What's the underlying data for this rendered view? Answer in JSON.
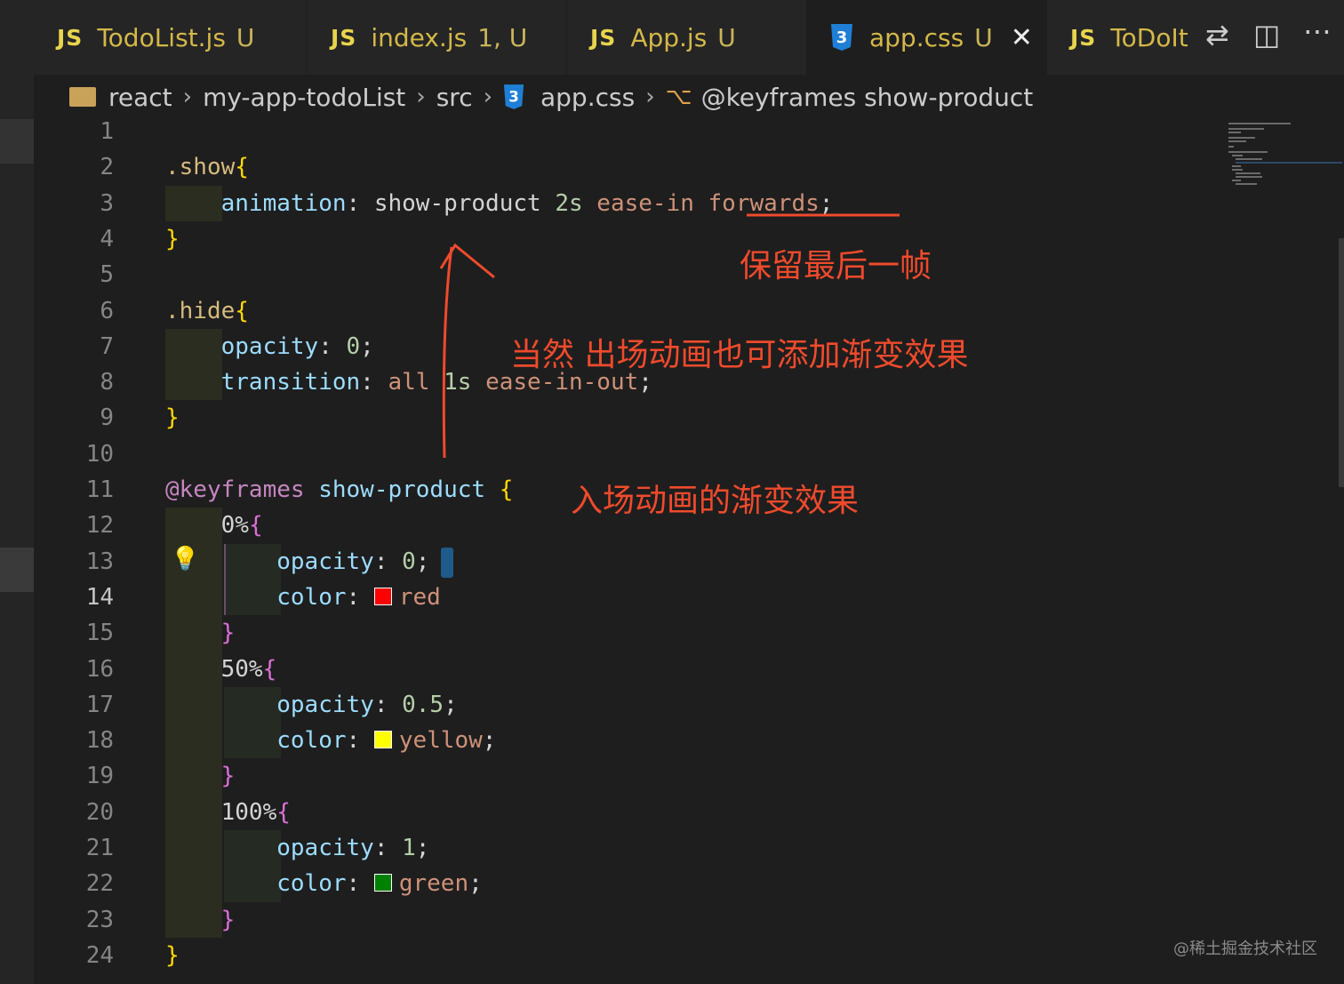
{
  "tabs": [
    {
      "icon": "js",
      "name": "TodoList.js",
      "status": "U",
      "width": 308
    },
    {
      "icon": "js",
      "name": "index.js",
      "status": "1, U",
      "width": 292
    },
    {
      "icon": "js",
      "name": "App.js",
      "status": "U",
      "width": 270
    },
    {
      "icon": "css",
      "name": "app.css",
      "status": "U",
      "width": 270,
      "active": true,
      "close": "✕"
    },
    {
      "icon": "js",
      "name": "ToDoIt",
      "status": "",
      "width": 170
    }
  ],
  "breadcrumb": [
    "react",
    "my-app-todoList",
    "src",
    "app.css",
    "@keyframes show-product"
  ],
  "annotations": {
    "keep_last_frame": "保留最后一帧",
    "exit_animation": "当然 出场动画也可添加渐变效果",
    "enter_animation": "入场动画的渐变效果"
  },
  "watermark": "@稀土掘金技术社区",
  "current_line": 14,
  "code_lines": [
    [],
    [
      {
        "t": ".show",
        "c": "sel"
      },
      {
        "t": "{",
        "c": "b1"
      }
    ],
    [
      {
        "t": "    "
      },
      {
        "t": "animation",
        "c": "prop"
      },
      {
        "t": ": "
      },
      {
        "t": "show-product",
        "c": "w"
      },
      {
        "t": " "
      },
      {
        "t": "2s",
        "c": "num"
      },
      {
        "t": " "
      },
      {
        "t": "ease-in",
        "c": "val"
      },
      {
        "t": " "
      },
      {
        "t": "forwards",
        "c": "val"
      },
      {
        "t": ";"
      }
    ],
    [
      {
        "t": "}",
        "c": "b1"
      }
    ],
    [],
    [
      {
        "t": ".hide",
        "c": "sel"
      },
      {
        "t": "{",
        "c": "b1"
      }
    ],
    [
      {
        "t": "    "
      },
      {
        "t": "opacity",
        "c": "prop"
      },
      {
        "t": ": "
      },
      {
        "t": "0",
        "c": "num"
      },
      {
        "t": ";"
      }
    ],
    [
      {
        "t": "    "
      },
      {
        "t": "transition",
        "c": "prop"
      },
      {
        "t": ": "
      },
      {
        "t": "all",
        "c": "val"
      },
      {
        "t": " "
      },
      {
        "t": "1s",
        "c": "num"
      },
      {
        "t": " "
      },
      {
        "t": "ease-in-out",
        "c": "val"
      },
      {
        "t": ";"
      }
    ],
    [
      {
        "t": "}",
        "c": "b1"
      }
    ],
    [],
    [
      {
        "t": "@keyframes",
        "c": "at"
      },
      {
        "t": " "
      },
      {
        "t": "show-product",
        "c": "kf"
      },
      {
        "t": " "
      },
      {
        "t": "{",
        "c": "b1"
      }
    ],
    [
      {
        "t": "    "
      },
      {
        "t": "0%",
        "c": "w"
      },
      {
        "t": "{",
        "c": "b2"
      }
    ],
    [
      {
        "t": "        "
      },
      {
        "t": "opacity",
        "c": "prop"
      },
      {
        "t": ": "
      },
      {
        "t": "0",
        "c": "num"
      },
      {
        "t": ";"
      }
    ],
    [
      {
        "t": "        "
      },
      {
        "t": "color",
        "c": "prop"
      },
      {
        "t": ": "
      },
      {
        "sw": "#ff0000"
      },
      {
        "t": "red",
        "c": "val"
      }
    ],
    [
      {
        "t": "    "
      },
      {
        "t": "}",
        "c": "b2"
      }
    ],
    [
      {
        "t": "    "
      },
      {
        "t": "50%",
        "c": "w"
      },
      {
        "t": "{",
        "c": "b2"
      }
    ],
    [
      {
        "t": "        "
      },
      {
        "t": "opacity",
        "c": "prop"
      },
      {
        "t": ": "
      },
      {
        "t": "0.5",
        "c": "num"
      },
      {
        "t": ";"
      }
    ],
    [
      {
        "t": "        "
      },
      {
        "t": "color",
        "c": "prop"
      },
      {
        "t": ": "
      },
      {
        "sw": "#ffff00"
      },
      {
        "t": "yellow",
        "c": "val"
      },
      {
        "t": ";"
      }
    ],
    [
      {
        "t": "    "
      },
      {
        "t": "}",
        "c": "b2"
      }
    ],
    [
      {
        "t": "    "
      },
      {
        "t": "100%",
        "c": "w"
      },
      {
        "t": "{",
        "c": "b2"
      }
    ],
    [
      {
        "t": "        "
      },
      {
        "t": "opacity",
        "c": "prop"
      },
      {
        "t": ": "
      },
      {
        "t": "1",
        "c": "num"
      },
      {
        "t": ";"
      }
    ],
    [
      {
        "t": "        "
      },
      {
        "t": "color",
        "c": "prop"
      },
      {
        "t": ": "
      },
      {
        "sw": "#008000"
      },
      {
        "t": "green",
        "c": "val"
      },
      {
        "t": ";"
      }
    ],
    [
      {
        "t": "    "
      },
      {
        "t": "}",
        "c": "b2"
      }
    ],
    [
      {
        "t": "}",
        "c": "b1"
      }
    ]
  ]
}
